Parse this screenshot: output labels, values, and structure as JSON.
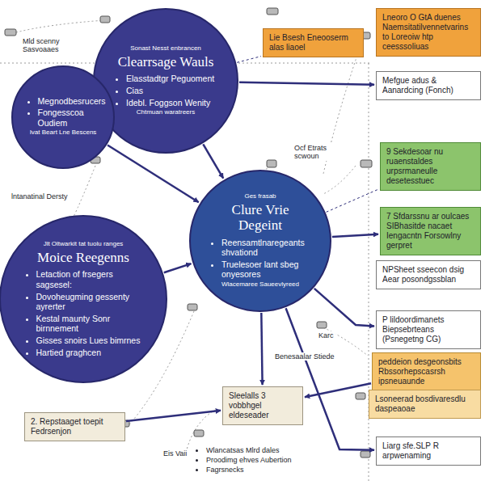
{
  "diagram": {
    "nodes": [
      {
        "text": [
          "Sonast Nesst enbrancen",
          "Clearrsage Wauls",
          "Elasstadtgr Peguoment",
          "Cias",
          "Idebl. Foggson Wenity",
          "Chtmuan waratreers"
        ]
      },
      {
        "text": [
          "Megnodbesrucers",
          "Fongesscoa Oudiem",
          "Ivat Beart Lne Bescens"
        ]
      },
      {
        "text": [
          "Lie Bsesh Eneooserm alas liaoel"
        ]
      },
      {
        "text": [
          "Lneoro O GtA duenes Naemsitatilvennetvarins to Loreoiw htp ceesssoliuas"
        ]
      },
      {
        "text": [
          "Mefgue adus & Aanardcing (Fonch)"
        ]
      },
      {
        "text": [
          "9 Sekdesoar nu ruaenstaldes urpsrmaneulle desetesstuec"
        ]
      },
      {
        "text": [
          "Ges frasab",
          "Clure Vrie Degeint",
          "Reensamtlnaregeants shvationd",
          "Truelesoer lant sbeg onyesores",
          "Wlacemaree Saueevlyreed"
        ]
      },
      {
        "text": [
          "7 Sfdarssnu ar oulcaes SIBhasitde nacaet Iengacntn Forsowlny gerpret"
        ]
      },
      {
        "text": [
          "Jlt Oltwarkit tat tuolu ranges",
          "Moice Reegenns",
          "Letaction of frsegers sagsesel:",
          "Dovoheugming gessenty ayrerter",
          "Kestal maunty Sonr birnnement",
          "Gisses snoirs Lues bimrnes",
          "Hartied graghcen"
        ]
      },
      {
        "text": [
          "NPSheet sseecon dsig Aear posondgssblan"
        ]
      },
      {
        "text": [
          "P lildoordimanets Biepsebrteans (Psnegetng CG)"
        ]
      },
      {
        "text": [
          "peddeion desgeonsbits Rbssorhepscasrsh ipsneuaunde"
        ]
      },
      {
        "text": [
          "Lsoneerad bosdivaresdlu daspeaoae"
        ]
      },
      {
        "text": [
          "Sleelalls 3 vobbhgel eldeseader"
        ]
      },
      {
        "text": [
          "2. Repstaaget toepit Fedrsenjon"
        ]
      },
      {
        "text": [
          "Liarg sfe.SLP R arpwenaming"
        ]
      }
    ],
    "edges": [
      {
        "from": 0,
        "to": 4,
        "arrow": "to"
      },
      {
        "from": 0,
        "to": 2,
        "arrow": "none"
      },
      {
        "from": 0,
        "to": 6,
        "arrow": "to"
      },
      {
        "from": 1,
        "to": 6,
        "arrow": "to"
      },
      {
        "from": 8,
        "to": 6,
        "arrow": "to"
      },
      {
        "from": 6,
        "to": 5,
        "arrow": "none"
      },
      {
        "from": 6,
        "to": 7,
        "arrow": "to"
      },
      {
        "from": 6,
        "to": 10,
        "arrow": "to"
      },
      {
        "from": 6,
        "to": 15,
        "arrow": "to"
      },
      {
        "from": 6,
        "to": 13,
        "arrow": "to"
      },
      {
        "from": 11,
        "to": 13,
        "arrow": "to"
      },
      {
        "from": 14,
        "to": 13,
        "arrow": "to"
      }
    ],
    "labels": [
      "Mld scenny Sasvoaaes",
      "lntanatinal Dersty",
      "Ocf Etrats scwoun",
      "Karc",
      "Benesaalar Stiede",
      "Eis Vaii",
      "Wlancatsas Mlrd dales",
      "Proodimg ehves Aubertion",
      "Fagrsnecks"
    ]
  }
}
